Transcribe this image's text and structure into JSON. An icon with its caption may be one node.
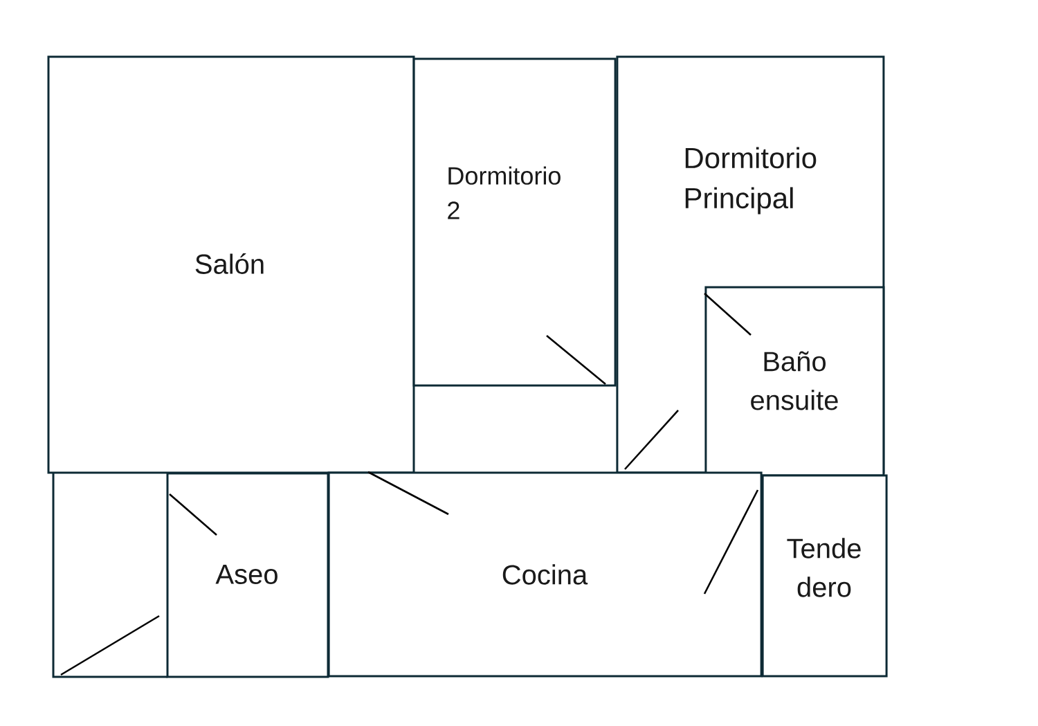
{
  "diagram": {
    "nodes": [
      {
        "text": [
          "Salón"
        ]
      },
      {
        "text": [
          "Dormitorio 2"
        ]
      },
      {
        "text": [
          "Dormitorio Principal"
        ]
      },
      {
        "text": [
          "Baño ensuite"
        ],
        "in": 2
      },
      {
        "text": [
          "Aseo"
        ]
      },
      {
        "text": [
          "Cocina"
        ]
      },
      {
        "text": [
          "Tende dero"
        ]
      }
    ]
  }
}
